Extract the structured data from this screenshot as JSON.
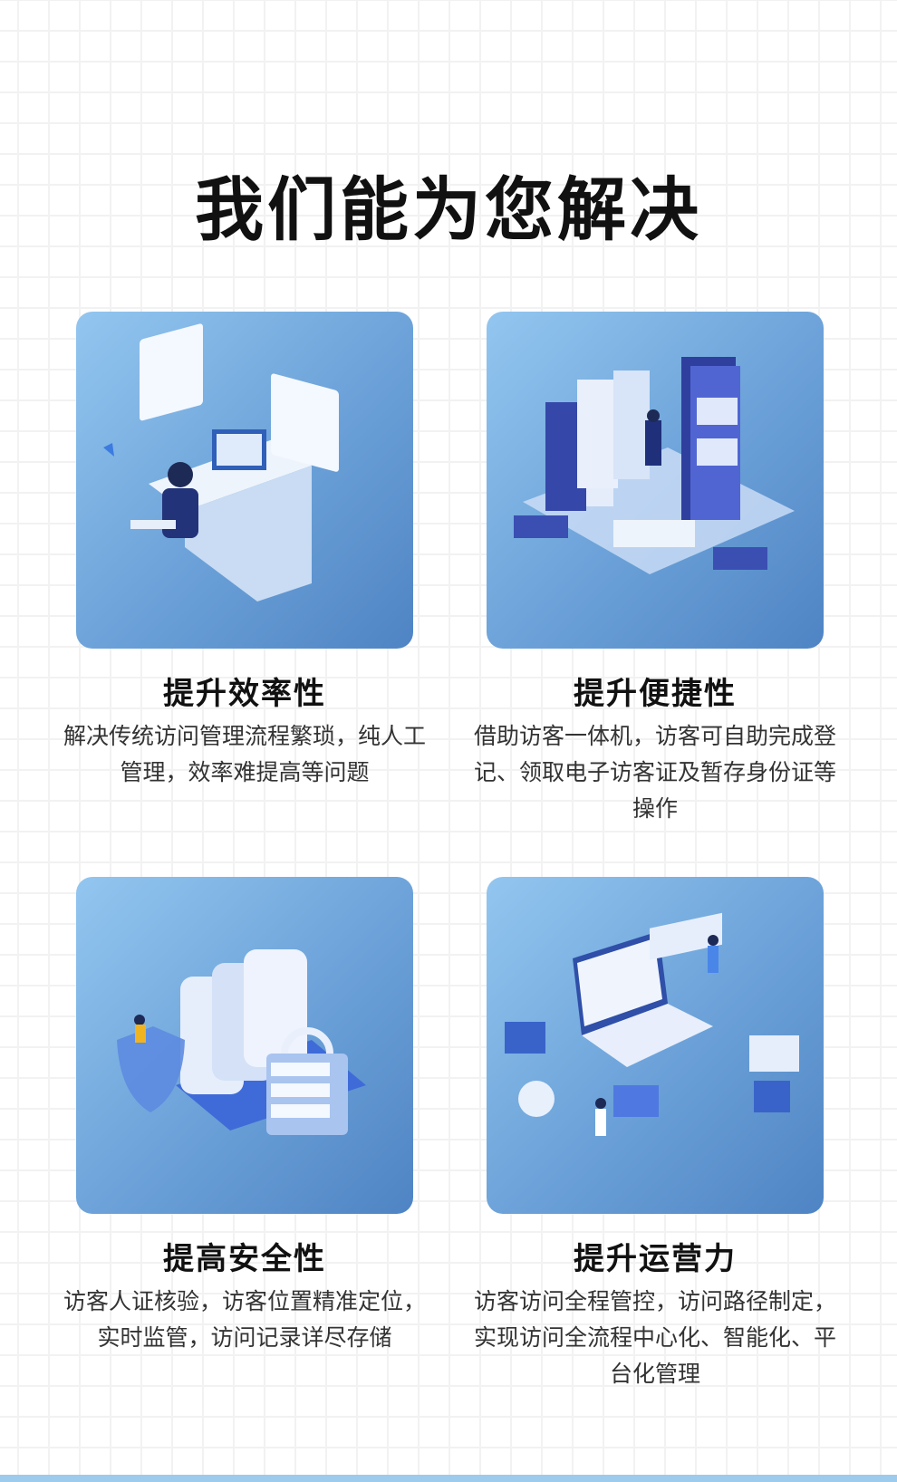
{
  "page": {
    "title": "我们能为您解决"
  },
  "cards": [
    {
      "title": "提升效率性",
      "desc": "解决传统访问管理流程繁琐，纯人工管理，效率难提高等问题",
      "illustration": "office-worker-illustration"
    },
    {
      "title": "提升便捷性",
      "desc": "借助访客一体机，访客可自助完成登记、领取电子访客证及暂存身份证等操作",
      "illustration": "server-kiosk-illustration"
    },
    {
      "title": "提高安全性",
      "desc": "访客人证核验，访客位置精准定位，实时监管，访问记录详尽存储",
      "illustration": "security-shield-illustration"
    },
    {
      "title": "提升运营力",
      "desc": "访客访问全程管控，访问路径制定，实现访问全流程中心化、智能化、平台化管理",
      "illustration": "data-platform-illustration"
    }
  ],
  "colors": {
    "card_top": "#93c6ef",
    "card_bottom": "#4f84c4",
    "bottom_bar": "#9ccbed"
  }
}
